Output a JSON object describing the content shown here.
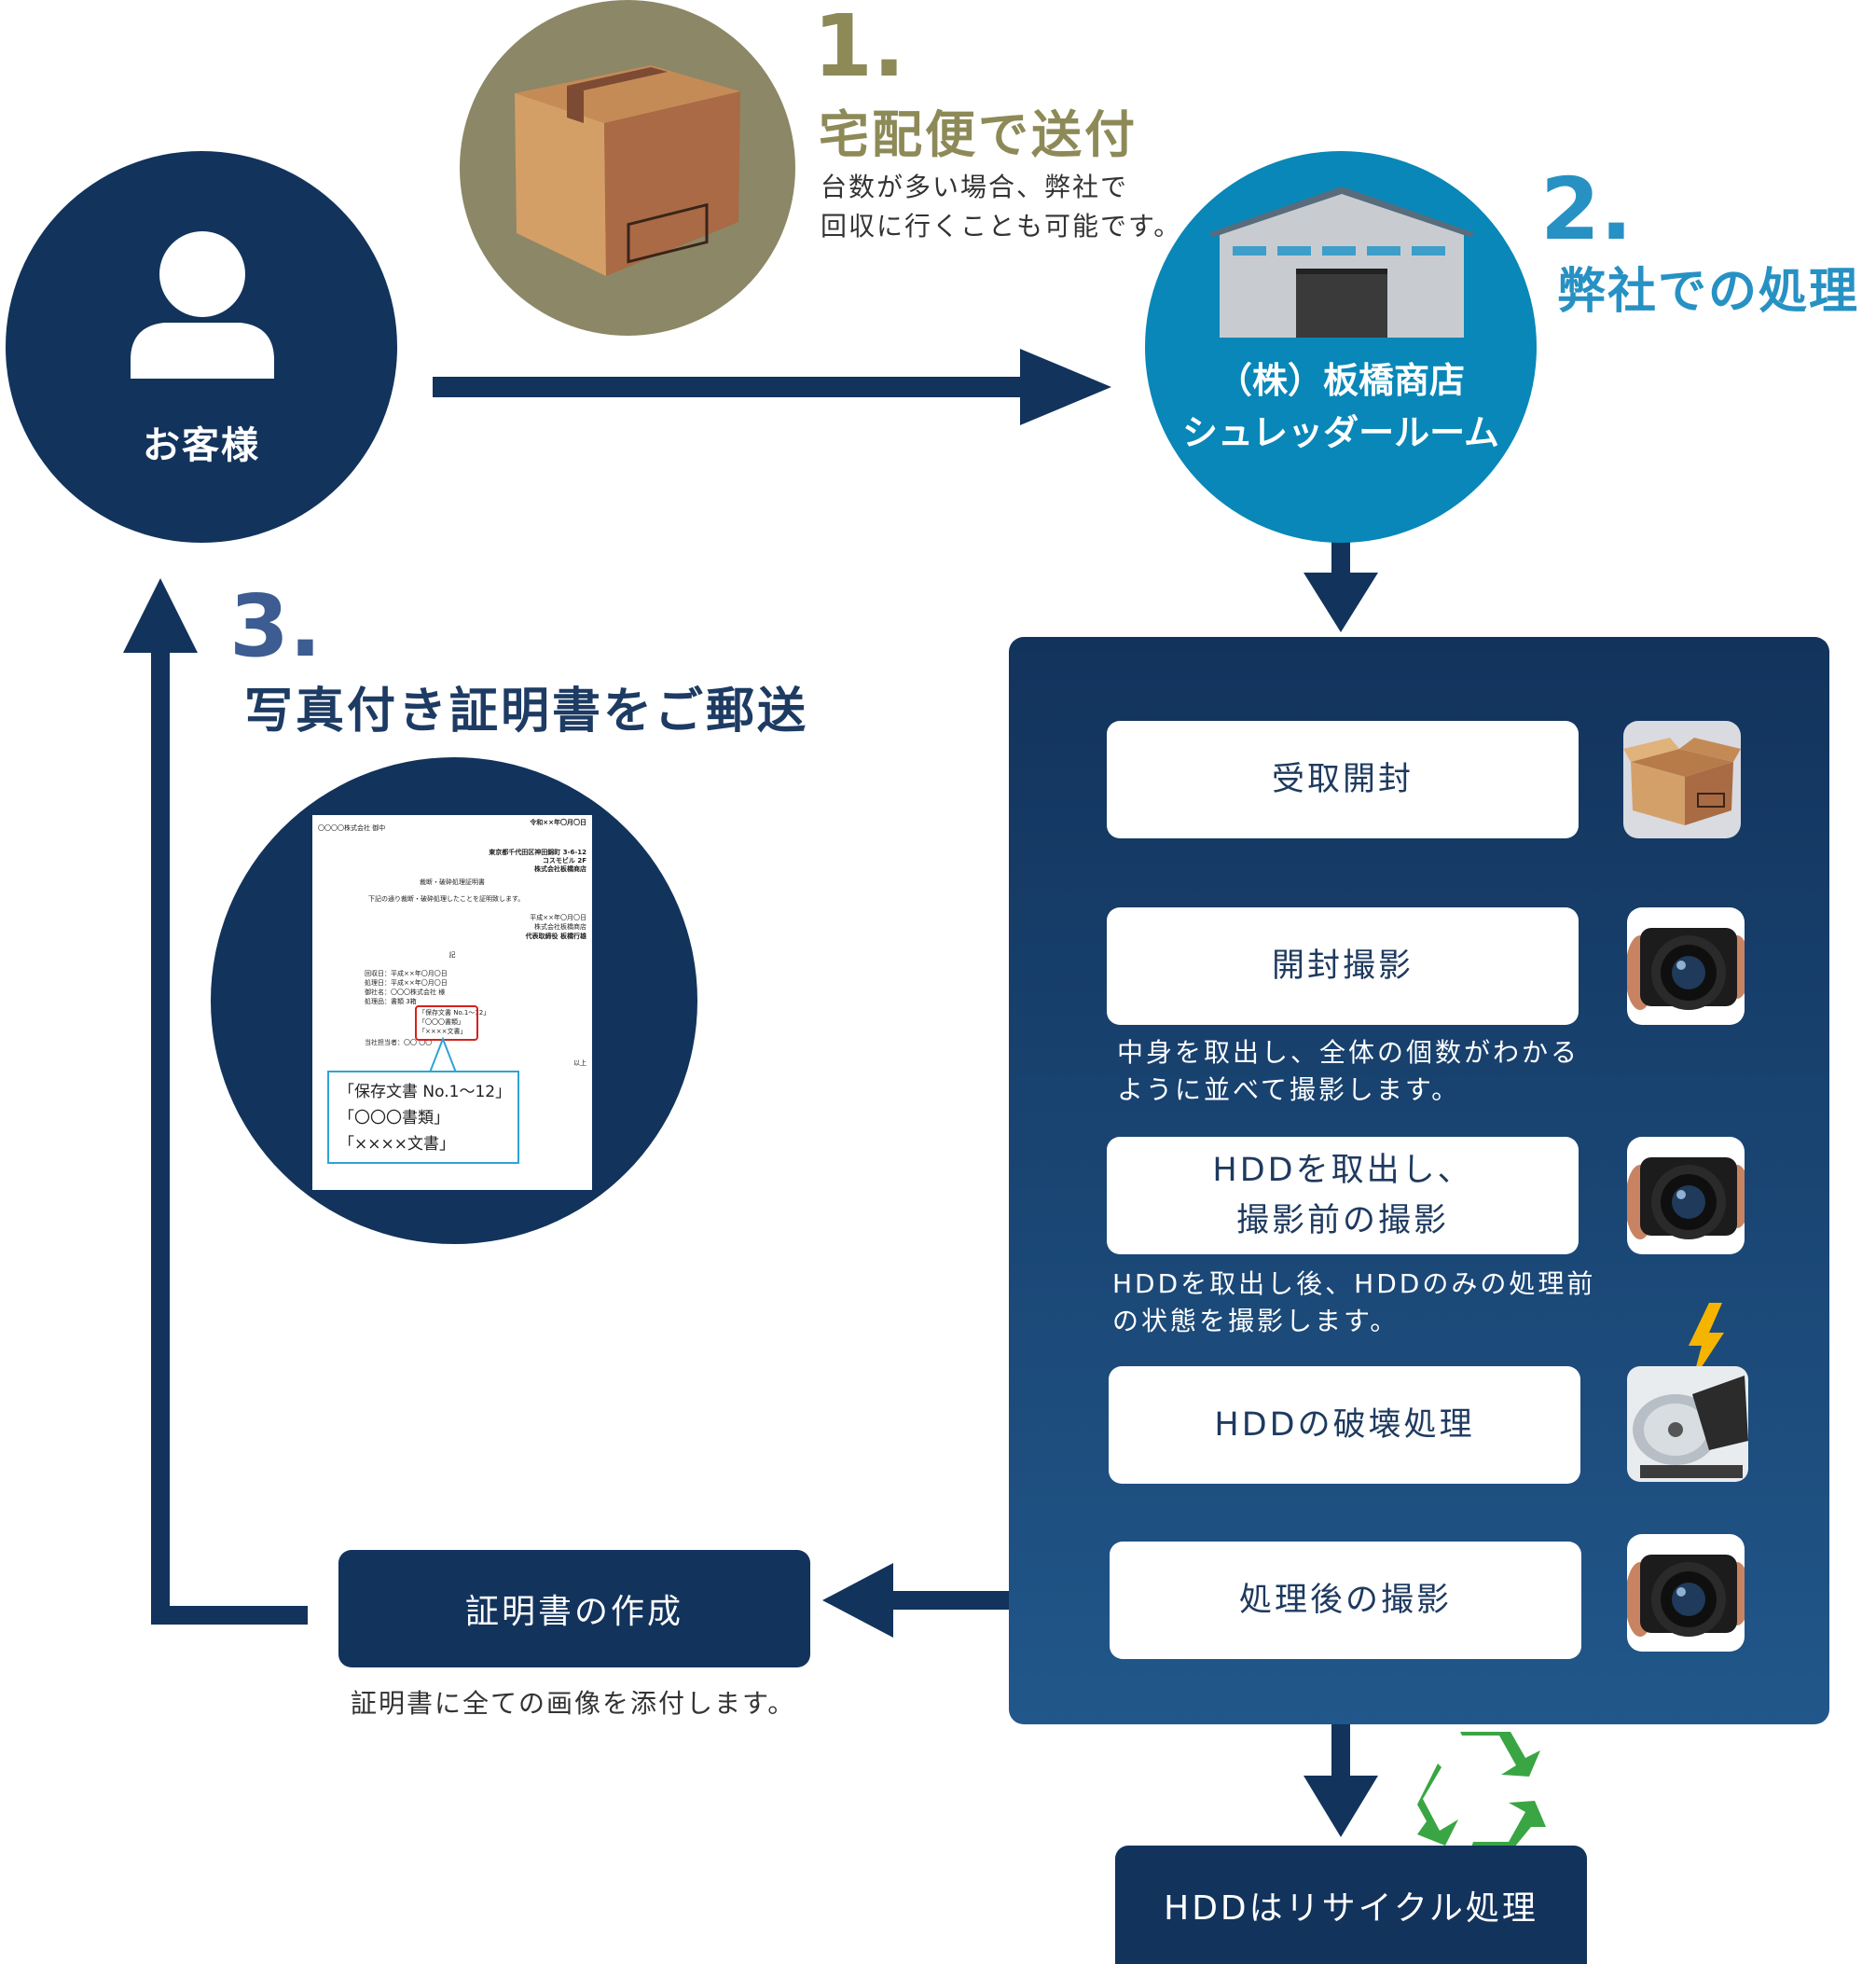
{
  "customer": {
    "label": "お客様"
  },
  "step1": {
    "number": "1.",
    "title": "宅配便で送付",
    "desc_lines": [
      "台数が多い場合、弊社で",
      "回収に行くことも可能です。"
    ]
  },
  "step2": {
    "number": "2.",
    "title": "弊社での処理",
    "facility_lines": [
      "（株）板橋商店",
      "シュレッダールーム"
    ]
  },
  "step3": {
    "number": "3.",
    "title": "写真付き証明書をご郵送"
  },
  "certificate_doc": {
    "lines": [
      "〇〇〇〇株式会社 御中",
      "令和××年〇月〇日",
      "東京都千代田区神田錦町 3-6-12",
      "コスモビル 2F",
      "株式会社板橋商店",
      "裁断・破砕処理証明書",
      "下記の通り裁断・破砕処理したことを証明致します。",
      "平成××年〇月〇日",
      "株式会社板橋商店",
      "代表取締役 板橋行雄",
      "記",
      "回収日：平成××年〇月〇日",
      "処理日：平成××年〇月〇日",
      "御社名：〇〇〇株式会社 様",
      "処理品：書類 3箱",
      "「保存文書 No.1〜12」",
      "「〇〇〇書類」",
      "「××××文書」",
      "当社担当者：〇〇 〇〇",
      "以上"
    ],
    "callout_lines": [
      "「保存文書 No.1〜12」",
      "「〇〇〇書類」",
      "「××××文書」"
    ]
  },
  "process_steps": [
    {
      "label_lines": [
        "受取開封"
      ],
      "note_lines": [],
      "icon": "box-icon"
    },
    {
      "label_lines": [
        "開封撮影"
      ],
      "note_lines": [
        "中身を取出し、全体の個数がわかる",
        "ように並べて撮影します。"
      ],
      "icon": "camera-icon"
    },
    {
      "label_lines": [
        "HDDを取出し、",
        "撮影前の撮影"
      ],
      "note_lines": [
        "HDDを取出し後、HDDのみの処理前",
        "の状態を撮影します。"
      ],
      "icon": "camera-icon"
    },
    {
      "label_lines": [
        "HDDの破壊処理"
      ],
      "note_lines": [],
      "icon": "hdd-destroy-icon"
    },
    {
      "label_lines": [
        "処理後の撮影"
      ],
      "note_lines": [],
      "icon": "camera-icon"
    }
  ],
  "certificate_creation": {
    "label": "証明書の作成",
    "note": "証明書に全ての画像を添付します。"
  },
  "recycle": {
    "label": "HDDはリサイクル処理",
    "icon": "recycle-icon"
  },
  "colors": {
    "navy": "#12335c",
    "gold": "#8d8a58",
    "blue": "#2791c3",
    "step3_blue": "#3c5c92",
    "recycle_green": "#3aa543"
  }
}
